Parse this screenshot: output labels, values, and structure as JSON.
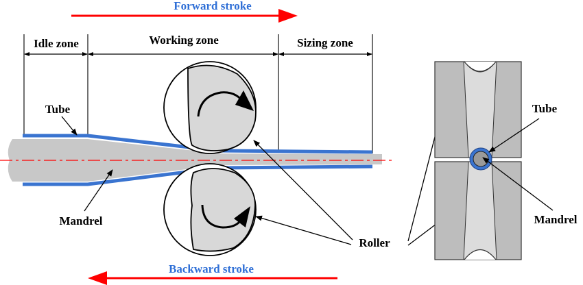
{
  "colors": {
    "stroke_arrow": "#ff0000",
    "stroke_label": "#2f6fd6",
    "tube": "#3a74d0",
    "mandrel": "#c8c8c8",
    "roller_fill": "#d8d8d8",
    "die_dark": "#bdbdbd",
    "die_light": "#dcdcdc",
    "centerline": "#ff0000"
  },
  "labels": {
    "forward_stroke": "Forward stroke",
    "backward_stroke": "Backward stroke",
    "idle_zone": "Idle zone",
    "working_zone": "Working zone",
    "sizing_zone": "Sizing zone",
    "tube_left": "Tube",
    "mandrel_left": "Mandrel",
    "roller": "Roller",
    "tube_right": "Tube",
    "mandrel_right": "Mandrel"
  }
}
